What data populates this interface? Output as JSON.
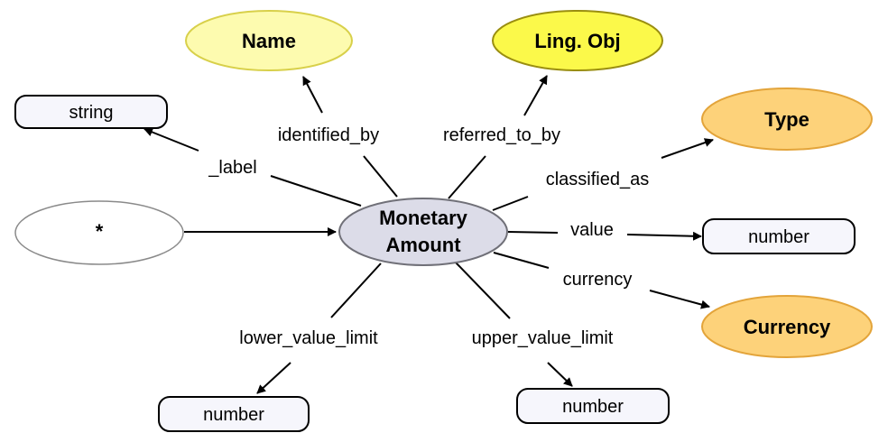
{
  "diagram": {
    "center": {
      "line1": "Monetary",
      "line2": "Amount"
    },
    "nodes": {
      "name": "Name",
      "ling_obj": "Ling. Obj",
      "type": "Type",
      "currency": "Currency",
      "star": "*",
      "string": "string",
      "value_number": "number",
      "lower_number": "number",
      "upper_number": "number"
    },
    "edges": {
      "identified_by": "identified_by",
      "referred_to_by": "referred_to_by",
      "label": "_label",
      "classified_as": "classified_as",
      "value": "value",
      "currency": "currency",
      "lower_value_limit": "lower_value_limit",
      "upper_value_limit": "upper_value_limit"
    },
    "colors": {
      "name_fill": "#fdfbaf",
      "name_stroke": "#d8d04a",
      "ling_fill": "#fbf94a",
      "ling_stroke": "#9a8e10",
      "orange_fill": "#fdd27a",
      "orange_stroke": "#e3a43a",
      "center_fill": "#dcdce8",
      "center_stroke": "#707078",
      "box_fill": "#f6f6fc",
      "box_stroke": "#000000"
    }
  }
}
